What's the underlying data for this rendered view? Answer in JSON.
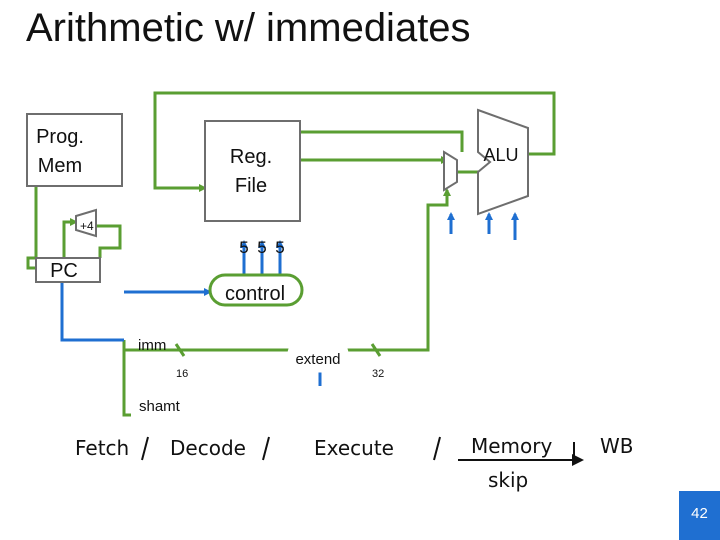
{
  "title": "Arithmetic w/ immediates",
  "blocks": {
    "prog_mem": [
      "Prog.",
      "Mem"
    ],
    "reg_file": [
      "Reg.",
      "File"
    ],
    "alu": "ALU",
    "pc": "PC",
    "plus4": "+4",
    "control": "control",
    "extend": "extend"
  },
  "signals": {
    "reg_widths": [
      "5",
      "5",
      "5"
    ],
    "imm": "imm",
    "imm_width": "16",
    "ext_width": "32",
    "shamt": "shamt"
  },
  "stages": [
    "Fetch",
    "Decode",
    "Execute",
    "Memory",
    "WB"
  ],
  "memory_note": "skip",
  "page_number": "42",
  "colors": {
    "green_wire": "#5a9e32",
    "blue_wire": "#1f6fd1",
    "block_border": "#6e6e6e",
    "page_box": "#1f6fd1"
  }
}
